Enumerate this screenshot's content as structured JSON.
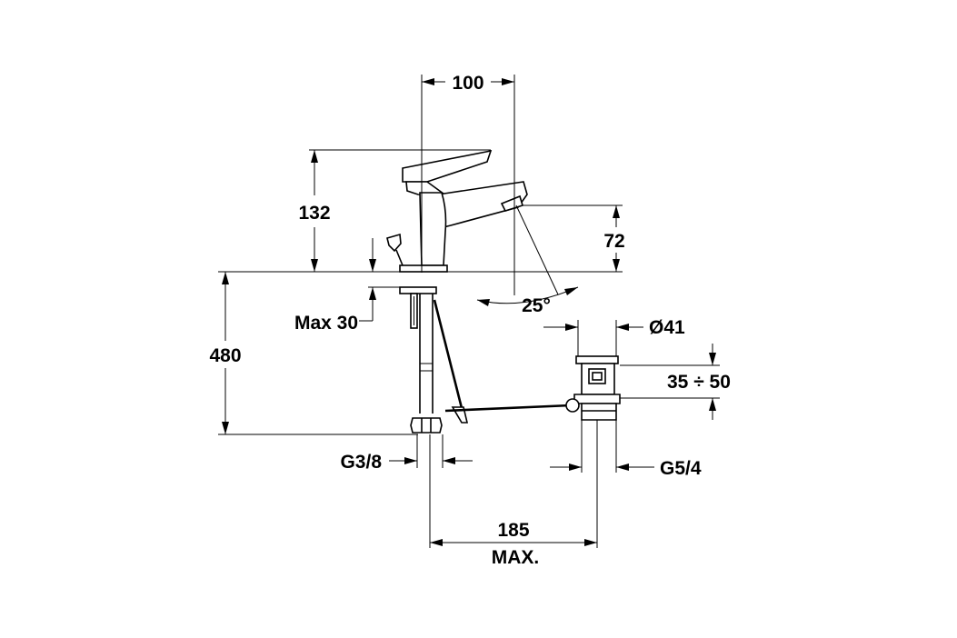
{
  "drawing": {
    "dimensions": {
      "width_top": "100",
      "spout_height": "132",
      "aerator_height": "72",
      "spout_angle": "25°",
      "max_deck": "Max 30",
      "total_height": "480",
      "waste_diameter": "Ø41",
      "waste_range": "35 ÷ 50",
      "supply_thread": "G3/8",
      "waste_thread": "G5/4",
      "rod_length": "185",
      "rod_max": "MAX."
    },
    "colors": {
      "line": "#000000",
      "background": "#ffffff"
    }
  }
}
